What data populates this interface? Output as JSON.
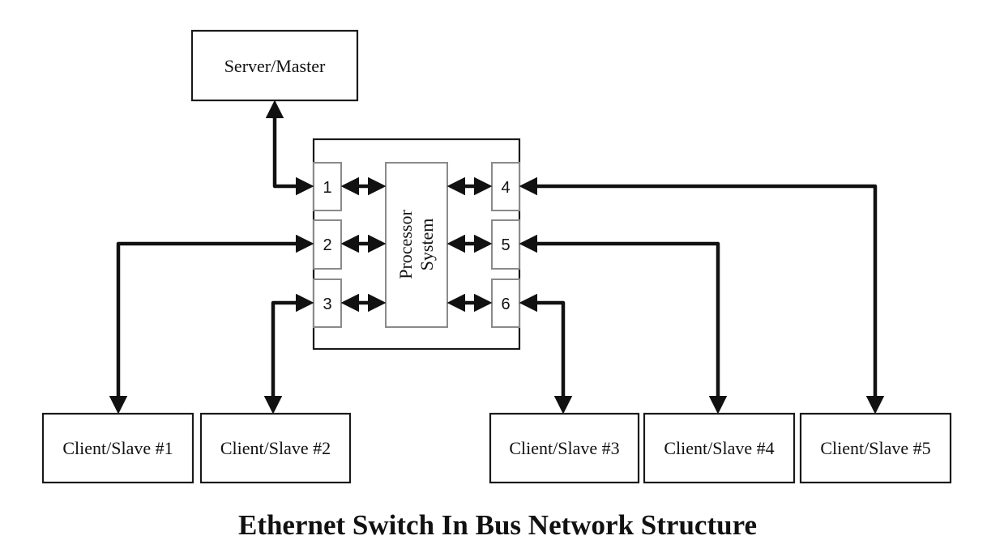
{
  "title": "Ethernet Switch In Bus Network Structure",
  "server": {
    "label": "Server/Master"
  },
  "switch": {
    "processor": {
      "line1": "Processor",
      "line2": "System"
    },
    "ports": [
      {
        "id": "1",
        "side": "left"
      },
      {
        "id": "2",
        "side": "left"
      },
      {
        "id": "3",
        "side": "left"
      },
      {
        "id": "4",
        "side": "right"
      },
      {
        "id": "5",
        "side": "right"
      },
      {
        "id": "6",
        "side": "right"
      }
    ]
  },
  "clients": [
    {
      "label": "Client/Slave #1",
      "port": "2"
    },
    {
      "label": "Client/Slave #2",
      "port": "3"
    },
    {
      "label": "Client/Slave #3",
      "port": "6"
    },
    {
      "label": "Client/Slave #4",
      "port": "5"
    },
    {
      "label": "Client/Slave #5",
      "port": "4"
    }
  ],
  "connections": [
    {
      "from": "Server/Master",
      "to": "port-1",
      "bidirectional": true
    },
    {
      "from": "port-2",
      "to": "Client/Slave #1",
      "bidirectional": true
    },
    {
      "from": "port-3",
      "to": "Client/Slave #2",
      "bidirectional": true
    },
    {
      "from": "port-6",
      "to": "Client/Slave #3",
      "bidirectional": true
    },
    {
      "from": "port-5",
      "to": "Client/Slave #4",
      "bidirectional": true
    },
    {
      "from": "port-4",
      "to": "Client/Slave #5",
      "bidirectional": true
    },
    {
      "from": "ports",
      "to": "Processor System",
      "bidirectional": true
    }
  ]
}
